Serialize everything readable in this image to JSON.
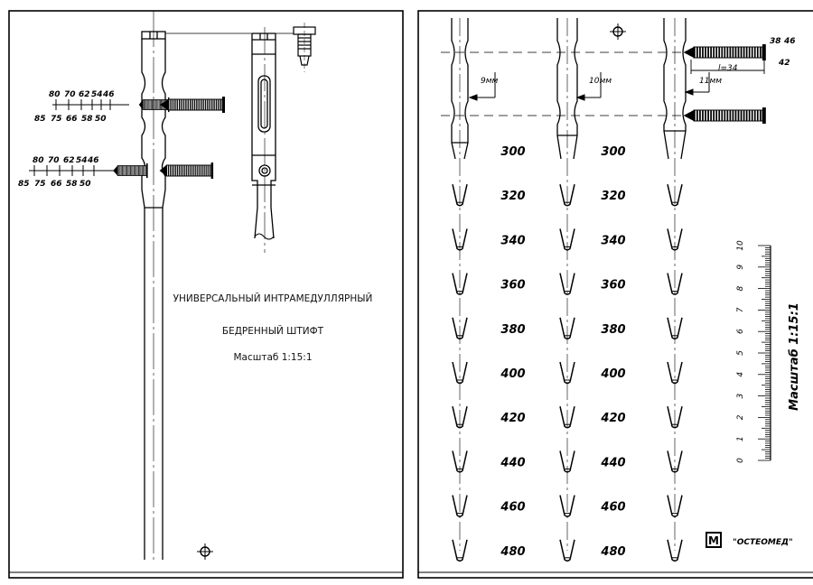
{
  "title": {
    "line1": "УНИВЕРСАЛЬНЫЙ ИНТРАМЕДУЛЛЯРНЫЙ",
    "line2": "БЕДРЕННЫЙ ШТИФТ",
    "scale": "Масштаб 1:15:1"
  },
  "screw_scale": {
    "top_labels": [
      "80",
      "70",
      "62",
      "54",
      "46"
    ],
    "bottom_labels": [
      "85",
      "75",
      "66",
      "58",
      "50"
    ]
  },
  "diameters": [
    "9мм",
    "10мм",
    "11мм"
  ],
  "lengths": [
    "300",
    "320",
    "340",
    "360",
    "380",
    "400",
    "420",
    "440",
    "460",
    "480"
  ],
  "screw_dims": {
    "l": "l=34",
    "a": "38",
    "b": "46",
    "c": "42"
  },
  "ruler": {
    "label": "Масштаб 1:15:1",
    "ticks": [
      "0",
      "1",
      "2",
      "3",
      "4",
      "5",
      "6",
      "7",
      "8",
      "9",
      "10"
    ]
  },
  "brand": {
    "name": "\"ОСТЕОМЕД\""
  }
}
